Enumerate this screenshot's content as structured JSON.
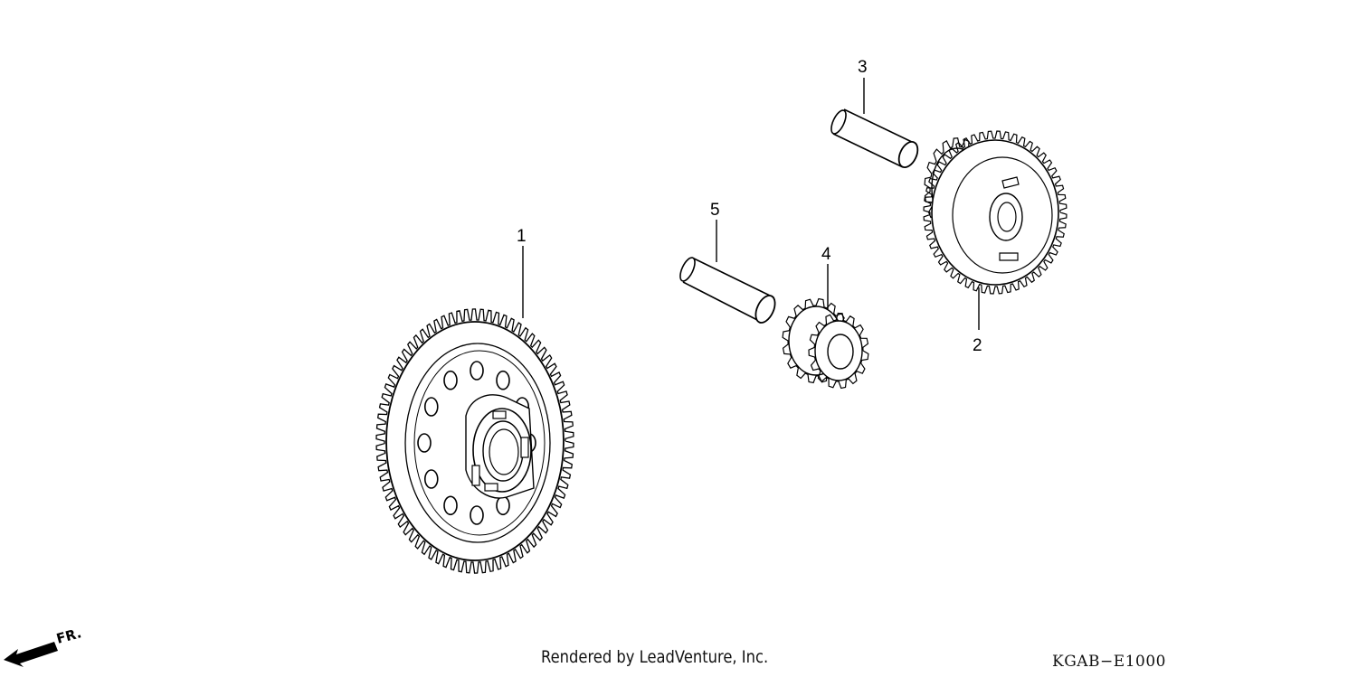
{
  "diagram": {
    "callouts": [
      "1",
      "2",
      "3",
      "4",
      "5"
    ]
  },
  "footer": {
    "credit": "Rendered by LeadVenture, Inc.",
    "code": "KGAB−E1000"
  },
  "direction_marker": {
    "label": "FR.",
    "icon": "front-arrow-icon"
  }
}
